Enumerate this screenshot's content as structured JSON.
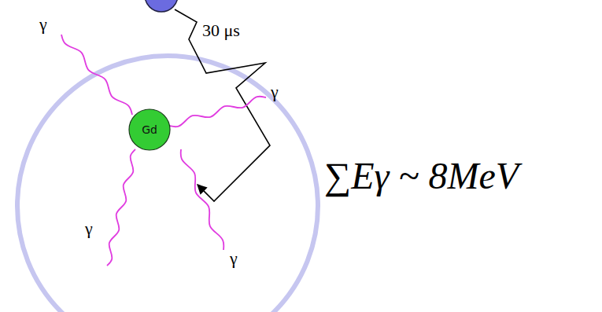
{
  "diagram": {
    "nodes": [
      {
        "text": [
          "Gd"
        ]
      }
    ],
    "labels": [
      "30 μs",
      "γ",
      "γ",
      "γ",
      "γ",
      "∑Eγ ~ 8MeV"
    ]
  }
}
